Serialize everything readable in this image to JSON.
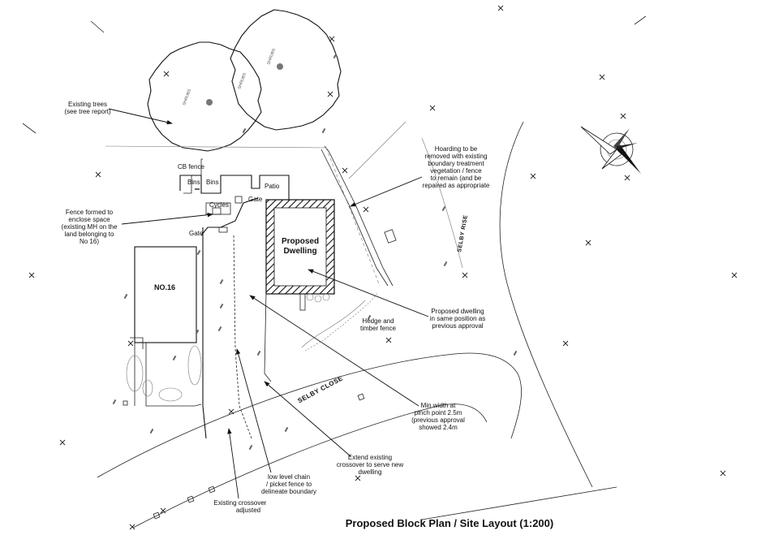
{
  "title": "Proposed Block Plan / Site Layout (1:200)",
  "building_labels": {
    "proposed_dwelling_line1": "Proposed",
    "proposed_dwelling_line2": "Dwelling",
    "no16": "NO.16",
    "bins1": "Bins",
    "bins2": "Bins",
    "patio": "Patio",
    "cycles": "Cycles",
    "gate_top": "Gate",
    "gate_left": "Gate",
    "cb_fence": "CB fence"
  },
  "road_labels": {
    "selby_close": "SELBY CLOSE",
    "selby_rise": "SELBY RISE"
  },
  "annotations": {
    "existing_trees": [
      "Existing trees",
      "(see tree report)"
    ],
    "fence_formed": [
      "Fence formed to",
      "enclose space",
      "(existing MH on the",
      "land belonging to",
      "No 16)"
    ],
    "hoarding": [
      "Hoarding to be",
      "removed with existing",
      "boundary treatment",
      "vegetation / fence",
      "to remain (and be",
      "repaired as appropriate"
    ],
    "proposed_position": [
      "Proposed dwelling",
      "in same position as",
      "previous approval"
    ],
    "hedge": [
      "Hedge and",
      "timber fence"
    ],
    "min_width": [
      "Min width at",
      "pinch point 2.5m",
      "(previous approval",
      "showed 2.4m"
    ],
    "extend_crossover": [
      "Extend existing",
      "crossover to serve new",
      "dwelling"
    ],
    "low_level_chain": [
      "low level chain",
      "/ picket fence to",
      "delineate boundary"
    ],
    "existing_crossover": [
      "Existing crossover",
      "adjusted"
    ]
  }
}
